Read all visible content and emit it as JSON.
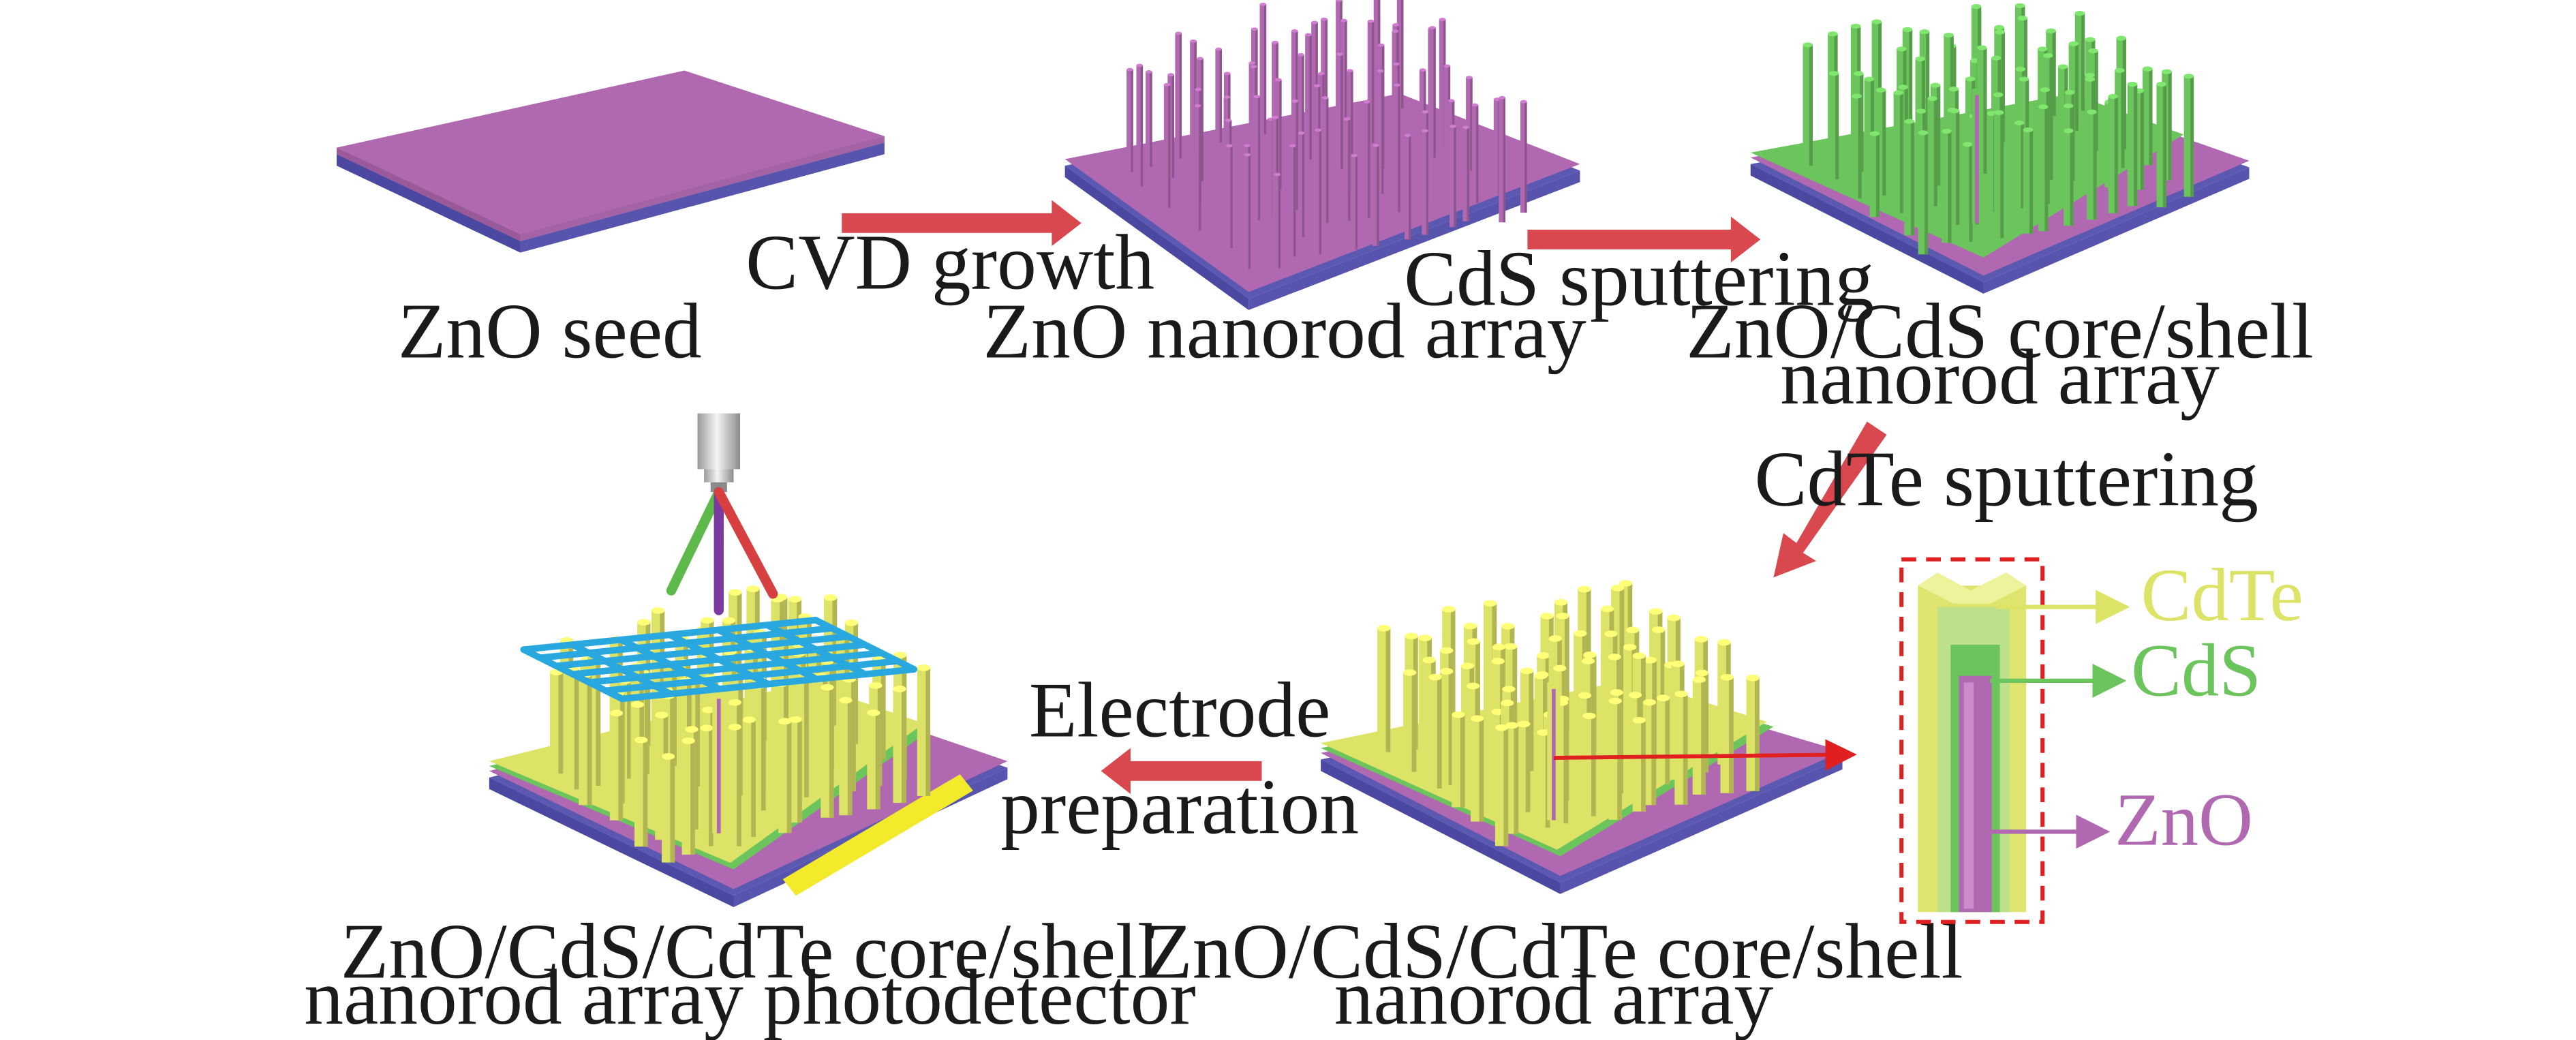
{
  "colors": {
    "zno": "#b069b0",
    "substrate": "#5a58b0",
    "cds": "#6cc45c",
    "cdte": "#dde366",
    "arrow": "#d9474f",
    "electrode_grid": "#29a8e0",
    "electrode_bar": "#f2ea2a"
  },
  "stages": {
    "seed": "ZnO seed",
    "nanorod": "ZnO nanorod array",
    "core_shell_1": "ZnO/CdS core/shell",
    "core_shell_2": "nanorod array",
    "triple_1": "ZnO/CdS/CdTe core/shell",
    "triple_2": "nanorod array",
    "device_1": "ZnO/CdS/CdTe core/shell",
    "device_2": "nanorod array photodetector"
  },
  "steps": {
    "cvd": "CVD growth",
    "cds": "CdS sputtering",
    "cdte": "CdTe sputtering",
    "electrode_1": "Electrode",
    "electrode_2": "preparation"
  },
  "inset": {
    "cdte": "CdTe",
    "cds": "CdS",
    "zno": "ZnO"
  }
}
